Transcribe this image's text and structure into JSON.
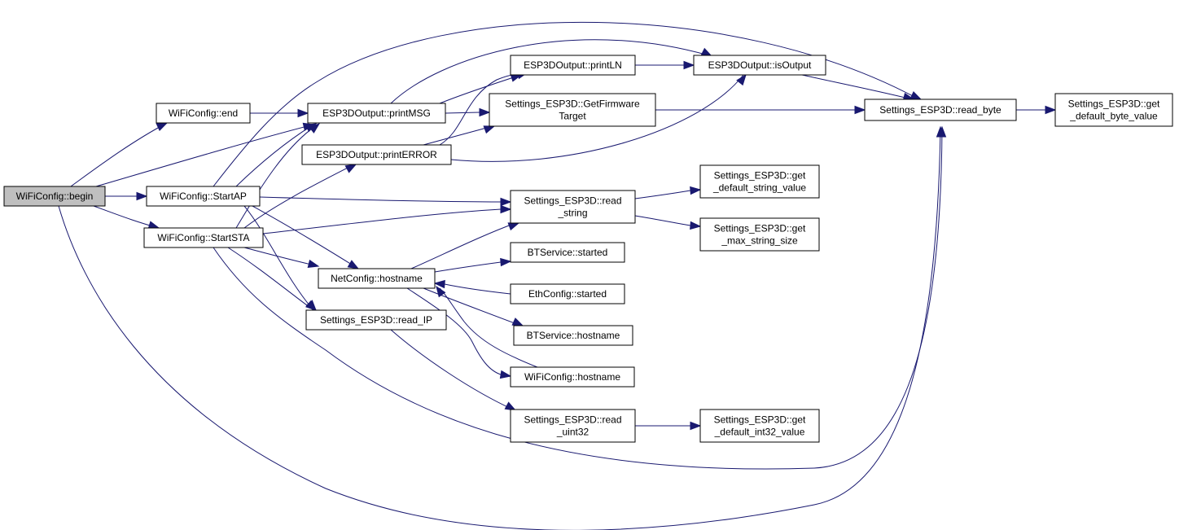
{
  "graph": {
    "edge_color": "#191970",
    "root_fill": "#bfbfbf",
    "nodes": [
      {
        "id": "begin",
        "lines": [
          "WiFiConfig::begin"
        ],
        "root": true
      },
      {
        "id": "end",
        "lines": [
          "WiFiConfig::end"
        ]
      },
      {
        "id": "startap",
        "lines": [
          "WiFiConfig::StartAP"
        ]
      },
      {
        "id": "startsta",
        "lines": [
          "WiFiConfig::StartSTA"
        ]
      },
      {
        "id": "printmsg",
        "lines": [
          "ESP3DOutput::printMSG"
        ]
      },
      {
        "id": "printerror",
        "lines": [
          "ESP3DOutput::printERROR"
        ]
      },
      {
        "id": "println",
        "lines": [
          "ESP3DOutput::printLN"
        ]
      },
      {
        "id": "isoutput",
        "lines": [
          "ESP3DOutput::isOutput"
        ]
      },
      {
        "id": "getfirmware",
        "lines": [
          "Settings_ESP3D::GetFirmware",
          "Target"
        ]
      },
      {
        "id": "readbyte",
        "lines": [
          "Settings_ESP3D::read_byte"
        ]
      },
      {
        "id": "getdefbyte",
        "lines": [
          "Settings_ESP3D::get",
          "_default_byte_value"
        ]
      },
      {
        "id": "readstring",
        "lines": [
          "Settings_ESP3D::read",
          "_string"
        ]
      },
      {
        "id": "getdefstring",
        "lines": [
          "Settings_ESP3D::get",
          "_default_string_value"
        ]
      },
      {
        "id": "getmaxstring",
        "lines": [
          "Settings_ESP3D::get",
          "_max_string_size"
        ]
      },
      {
        "id": "nethostname",
        "lines": [
          "NetConfig::hostname"
        ]
      },
      {
        "id": "btstarted",
        "lines": [
          "BTService::started"
        ]
      },
      {
        "id": "ethstarted",
        "lines": [
          "EthConfig::started"
        ]
      },
      {
        "id": "bthostname",
        "lines": [
          "BTService::hostname"
        ]
      },
      {
        "id": "wifihostname",
        "lines": [
          "WiFiConfig::hostname"
        ]
      },
      {
        "id": "readip",
        "lines": [
          "Settings_ESP3D::read_IP"
        ]
      },
      {
        "id": "readuint32",
        "lines": [
          "Settings_ESP3D::read",
          "_uint32"
        ]
      },
      {
        "id": "getdefint32",
        "lines": [
          "Settings_ESP3D::get",
          "_default_int32_value"
        ]
      }
    ]
  }
}
